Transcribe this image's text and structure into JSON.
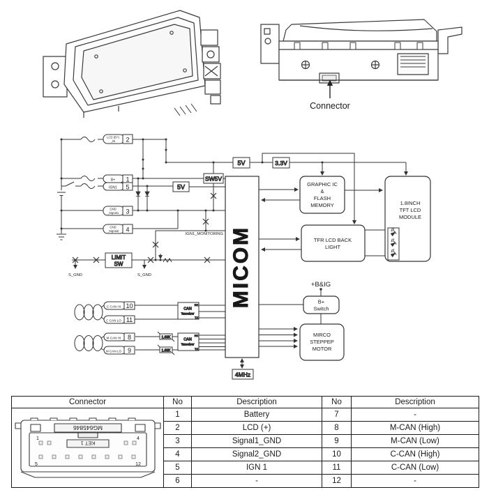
{
  "colors": {
    "ink": "#222222",
    "wire": "#333333"
  },
  "top": {
    "connector_label": "Connector"
  },
  "circuit": {
    "pins": {
      "p2": {
        "line1": "LCD (B+)",
        "line2": "_IN",
        "no": "2"
      },
      "p1": {
        "line1": "B+",
        "no": "1"
      },
      "p5": {
        "line1": "IGN1",
        "no": "5"
      },
      "p3": {
        "line1": "GND",
        "line2": "_Signal1",
        "no": "3"
      },
      "p4": {
        "line1": "GND",
        "line2": "_Signal2",
        "no": "4"
      },
      "p10": {
        "line1": "C CAN HI",
        "no": "10"
      },
      "p11": {
        "line1": "C CAN LO",
        "no": "11"
      },
      "p8": {
        "line1": "M CAN HI",
        "no": "8"
      },
      "p9": {
        "line1": "M CAN LO",
        "no": "9"
      }
    },
    "regulators": {
      "v5_top": "5V",
      "v3_3": "3.3V",
      "sw5v": "SW5V",
      "v5_in": "5V"
    },
    "micom": "MICOM",
    "graphic_ic": {
      "l1": "GRAPHIC IC",
      "l2": "&",
      "l3": "FLASH",
      "l4": "MEMORY"
    },
    "tfr": {
      "l1": "TFR LCD BACK",
      "l2": "LIGHT"
    },
    "lcd": {
      "l1": "1.8INCH",
      "l2": "TFT LCD",
      "l3": "MODULE"
    },
    "bswitch": {
      "l1": "B+",
      "l2": "Switch"
    },
    "motor": {
      "l1": "MIRCO",
      "l2": "STEPPEP",
      "l3": "MOTOR"
    },
    "limit": {
      "l1": "LIMIT",
      "l2": "SW"
    },
    "xtal": "4MHz",
    "can1": {
      "l1": "CAN",
      "l2": "Tanceiver",
      "rx": "RX",
      "tx": "TX"
    },
    "can2": {
      "l1": "CAN",
      "l2": "Tanceiver",
      "rx": "RX",
      "tx": "TX"
    },
    "r1": "1.69K",
    "r2": "1.69K",
    "labels": {
      "monitoring": "IGN1_MONITORING",
      "sgnd1": "S_GND",
      "sgnd2": "S_GND",
      "big": "+B&IG"
    }
  },
  "table": {
    "headers": [
      "Connector",
      "No",
      "Description",
      "No",
      "Description"
    ],
    "rows": [
      {
        "no1": "1",
        "desc1": "Battery",
        "no2": "7",
        "desc2": "-"
      },
      {
        "no1": "2",
        "desc1": "LCD (+)",
        "no2": "8",
        "desc2": "M-CAN (High)"
      },
      {
        "no1": "3",
        "desc1": "Signal1_GND",
        "no2": "9",
        "desc2": "M-CAN (Low)"
      },
      {
        "no1": "4",
        "desc1": "Signal2_GND",
        "no2": "10",
        "desc2": "C-CAN (High)"
      },
      {
        "no1": "5",
        "desc1": "IGN 1",
        "no2": "11",
        "desc2": "C-CAN (Low)"
      },
      {
        "no1": "6",
        "desc1": "-",
        "no2": "12",
        "desc2": "-"
      }
    ],
    "connector_art": {
      "part_no": "MG645846",
      "key": "KET 1",
      "pin1": "1",
      "pin4": "4",
      "pin5": "5",
      "pin12": "12"
    }
  }
}
